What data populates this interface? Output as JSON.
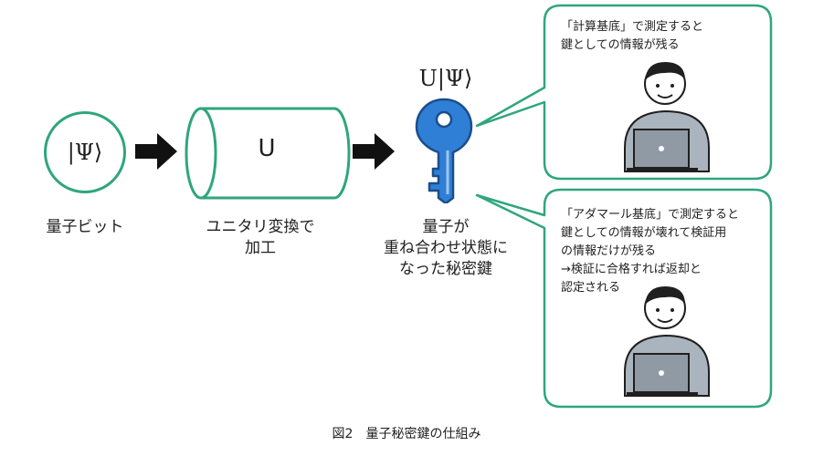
{
  "qubit_symbol": "|Ψ⟩",
  "unitary_symbol": "U",
  "key_state_symbol": "U|Ψ⟩",
  "captions": {
    "qubit": "量子ビット",
    "unitary_line1": "ユニタリ変換で",
    "unitary_line2": "加工",
    "key_line1": "量子が",
    "key_line2": "重ね合わせ状態に",
    "key_line3": "なった秘密鍵"
  },
  "bubble_top": {
    "line1": "「計算基底」で測定すると",
    "line2": "鍵としての情報が残る"
  },
  "bubble_bottom": {
    "line1": "「アダマール基底」で測定すると",
    "line2": "鍵としての情報が壊れて検証用",
    "line3": "の情報だけが残る",
    "line4": "→検証に合格すれば返却と",
    "line5": "認定される"
  },
  "figure_caption": "図2　量子秘密鍵の仕組み",
  "colors": {
    "accent": "#2fa67c",
    "key_fill": "#2f7fd6",
    "arrow": "#111111",
    "person_body": "#aab4be",
    "laptop": "#8f9aa5"
  }
}
